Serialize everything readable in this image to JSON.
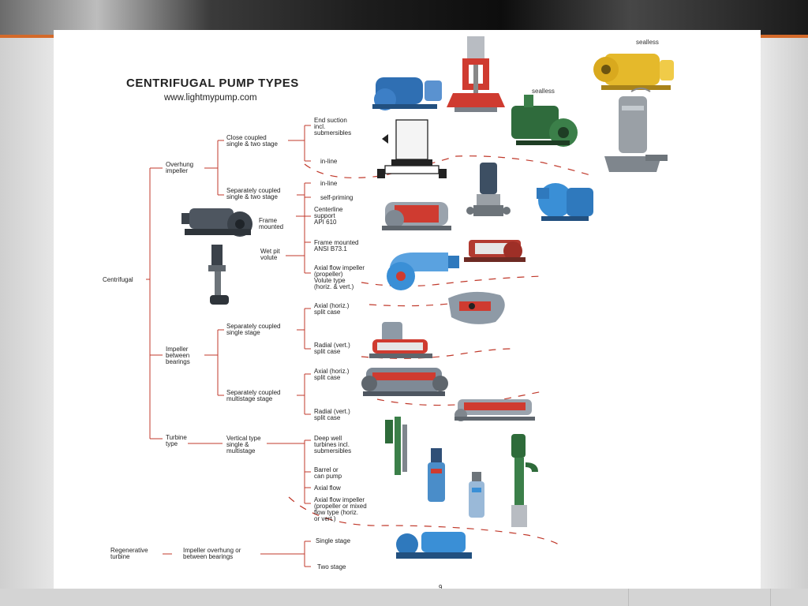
{
  "title": "CENTRIFUGAL PUMP TYPES",
  "url": "www.lightmypump.com",
  "page_number": "9",
  "nodes": {
    "centrifugal": "Centrifugal",
    "overhung": [
      "Overhung",
      "impeller"
    ],
    "close_coupled": [
      "Close coupled",
      "single & two stage"
    ],
    "end_suction": [
      "End suction",
      "incl.",
      "submersibles"
    ],
    "inline_1": "in-line",
    "separately_coupled_1": [
      "Separately coupled",
      "single & two stage"
    ],
    "inline_2": "in-line",
    "self_priming": "self-priming",
    "frame_mounted": [
      "Frame",
      "mounted"
    ],
    "centerline": [
      "Centerline",
      "support",
      "API 610"
    ],
    "frame_mounted_ansi": [
      "Frame mounted",
      "ANSI B73.1"
    ],
    "wet_pit": [
      "Wet pit",
      "volute"
    ],
    "axial_flow_impeller_1": [
      "Axial flow impeller",
      "(propeller)",
      "Volute type",
      "(horiz. & vert.)"
    ],
    "impeller_between": [
      "Impeller",
      "between",
      "bearings"
    ],
    "separately_coupled_single": [
      "Separately coupled",
      "single stage"
    ],
    "axial_split_1": [
      "Axial (horiz.)",
      "split case"
    ],
    "radial_split_1": [
      "Radial (vert.)",
      "split case"
    ],
    "separately_coupled_multi": [
      "Separately coupled",
      "multistage stage"
    ],
    "axial_split_2": [
      "Axial (horiz.)",
      "split case"
    ],
    "radial_split_2": [
      "Radial (vert.)",
      "split case"
    ],
    "turbine_type": [
      "Turbine",
      "type"
    ],
    "vertical_type": [
      "Vertical type",
      "single &",
      "multistage"
    ],
    "deep_well": [
      "Deep well",
      "turbines incl.",
      "submersibles"
    ],
    "barrel": [
      "Barrel or",
      "can pump"
    ],
    "axial_flow": "Axial flow",
    "axial_flow_impeller_2": [
      "Axial flow impeller",
      "(propeller or mixed",
      "flow type (horiz.",
      "or vert.)"
    ],
    "regenerative": [
      "Regenerative",
      "turbine"
    ],
    "impeller_overhung_or": [
      "Impeller overhung or",
      "between bearings"
    ],
    "single_stage": "Single stage",
    "two_stage": "Two stage"
  },
  "photo_labels": {
    "sealless_top": "sealless",
    "sealless_mid": "sealless"
  },
  "colors": {
    "tree_lines": "#c0392b",
    "accent_orange": "#d46a2a",
    "pump_blue": "#3a8fd6",
    "pump_red": "#c0392b",
    "pump_green": "#2e6b3a",
    "pump_yellow": "#e0b92a",
    "pump_grey": "#9aa0a6"
  }
}
